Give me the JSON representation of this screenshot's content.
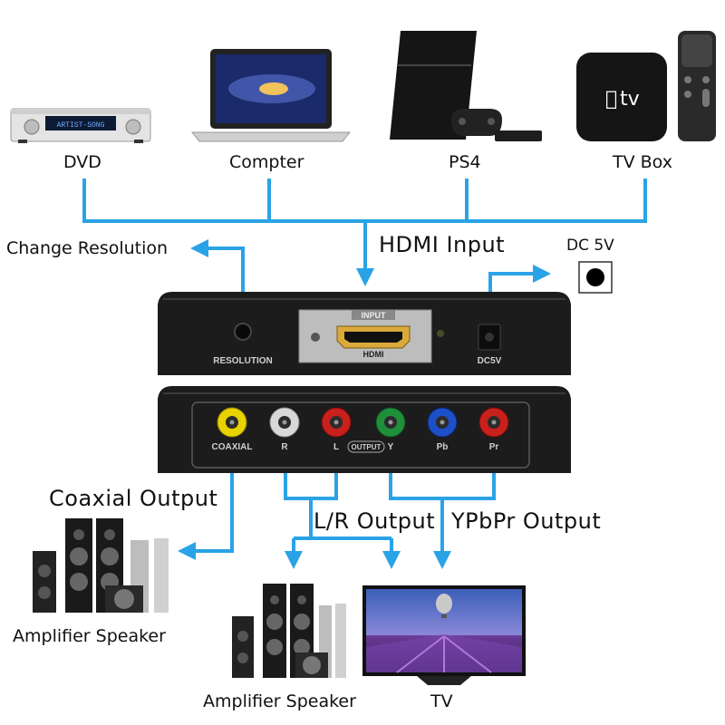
{
  "sources": [
    {
      "label": "DVD",
      "screen_text": "ARTIST-SONG"
    },
    {
      "label": "Compter"
    },
    {
      "label": "PS4"
    },
    {
      "label": "TV Box",
      "logo_text": "tv"
    }
  ],
  "input": {
    "title": "HDMI Input",
    "change_resolution": "Change Resolution",
    "dc_label": "DC 5V"
  },
  "front_panel": {
    "resolution_label": "RESOLUTION",
    "input_tag": "INPUT",
    "hdmi_label": "HDMI",
    "power_label": "DC5V"
  },
  "back_panel": {
    "ports": [
      "COAXIAL",
      "R",
      "L",
      "Y",
      "Pb",
      "Pr"
    ],
    "output_tag": "OUTPUT"
  },
  "outputs": {
    "coaxial": "Coaxial Output",
    "lr": "L/R Output",
    "ypbpr": "YPbPr Output"
  },
  "destinations": {
    "amp_left": "Amplifier Speaker",
    "amp_center": "Amplifier Speaker",
    "tv": "TV"
  },
  "colors": {
    "wire": "#2aa3e6",
    "device_body": "#1c1c1c",
    "port_yellow": "#e8d200",
    "port_white": "#d8d8d8",
    "port_red": "#c8201c",
    "port_green": "#1f8f3a",
    "port_blue": "#1c4fc8",
    "hdmi_gold": "#d9a93a"
  }
}
